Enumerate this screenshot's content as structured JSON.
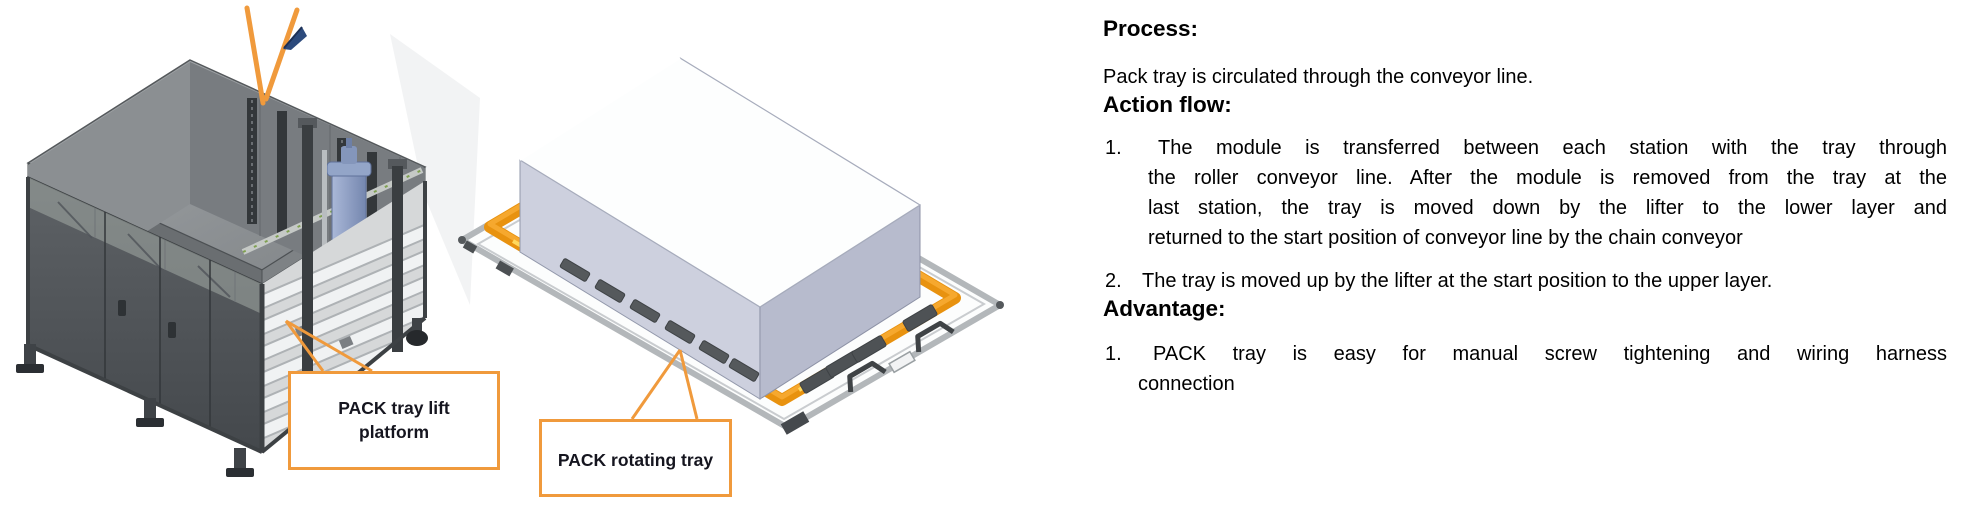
{
  "page": {
    "background": "#ffffff"
  },
  "colors": {
    "accent_orange": "#F09A3C",
    "tray_orange": "#E8920F",
    "machine_dark_gray": "#4C5053",
    "module_lavender": "#CDD0DE",
    "callout_text": "#15151F"
  },
  "callouts": {
    "lift_platform": {
      "lines": [
        "PACK tray lift",
        "platform"
      ]
    },
    "rotating_tray": {
      "label": "PACK rotating tray"
    }
  },
  "panel": {
    "process": {
      "heading": "Process:",
      "text": "Pack tray is circulated through the conveyor line."
    },
    "action": {
      "heading": "Action flow:",
      "items": [
        {
          "num": "1.",
          "lines": [
            "The module is transferred between each station with the tray through",
            "the roller conveyor line. After the module is removed from the tray at the",
            "last station, the tray is moved down by the lifter to the lower layer and",
            "returned to the start position of conveyor line by the chain conveyor"
          ]
        },
        {
          "num": "2.",
          "lines": [
            "The tray is moved up by the lifter at the start position to the upper layer."
          ]
        }
      ]
    },
    "advantage": {
      "heading": "Advantage:",
      "items": [
        {
          "num": "1.",
          "lines": [
            "PACK tray is easy for manual screw tightening and wiring harness",
            "connection"
          ]
        }
      ]
    }
  }
}
